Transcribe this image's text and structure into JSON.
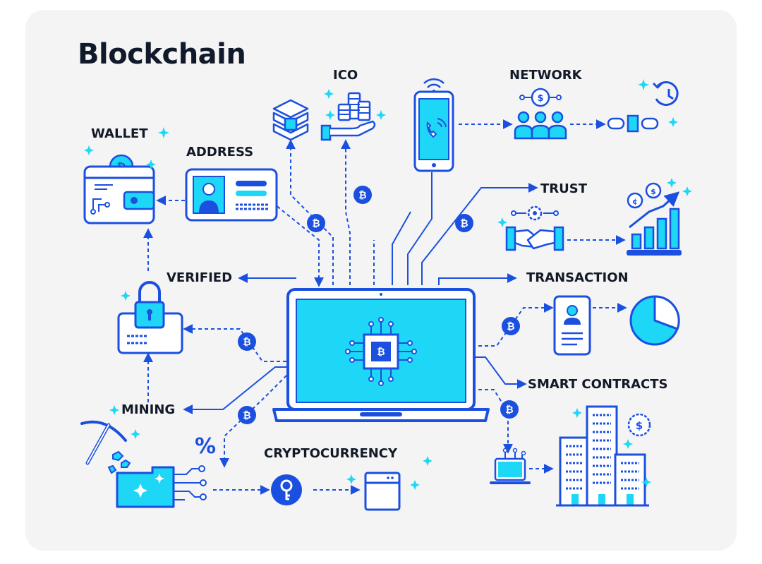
{
  "title": "Blockchain",
  "labels": {
    "ico": "ICO",
    "network": "NETWORK",
    "wallet": "WALLET",
    "address": "ADDRESS",
    "trust": "TRUST",
    "verified": "VERIFIED",
    "transaction": "TRANSACTION",
    "smart_contracts": "SMART CONTRACTS",
    "mining": "MINING",
    "cryptocurrency": "CRYPTOCURRENCY",
    "percent_symbol": "%"
  },
  "colors": {
    "primary_blue": "#1a4fe0",
    "accent_cyan": "#1ed6f5",
    "dark_text": "#121a28",
    "background": "#f4f4f4"
  },
  "icons": [
    "blockchain-cube-icon",
    "coin-hand-icon",
    "smartphone-call-icon",
    "network-people-icon",
    "chain-link-icon",
    "history-clock-icon",
    "wallet-bitcoin-icon",
    "id-card-icon",
    "handshake-gear-icon",
    "growth-chart-icon",
    "padlock-card-icon",
    "laptop-cpu-icon",
    "phone-id-icon",
    "pie-chart-icon",
    "pickaxe-icon",
    "ore-block-icon",
    "key-icon",
    "browser-window-icon",
    "small-laptop-icon",
    "city-buildings-icon",
    "dollar-coin-icon",
    "bitcoin-badge-icon"
  ]
}
